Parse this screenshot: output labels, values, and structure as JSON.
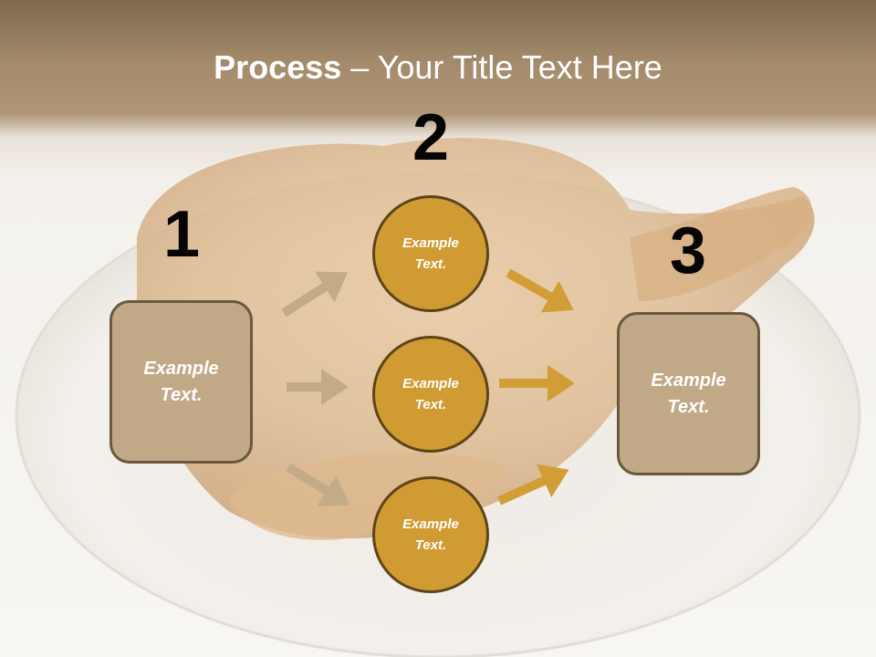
{
  "title": {
    "bold": "Process",
    "rest": " – Your Title Text Here"
  },
  "steps": [
    {
      "number": "1",
      "box_text": "Example\nText."
    },
    {
      "number": "2",
      "circles": [
        "Example\nText.",
        "Example\nText.",
        "Example\nText."
      ]
    },
    {
      "number": "3",
      "box_text": "Example\nText."
    }
  ],
  "colors": {
    "box_fill": "#c1a887",
    "box_border": "#6b583d",
    "circle_fill": "#cf9b32",
    "circle_border": "#5e4418",
    "arrow_left": "#c4ab87",
    "arrow_right": "#d29c36"
  }
}
